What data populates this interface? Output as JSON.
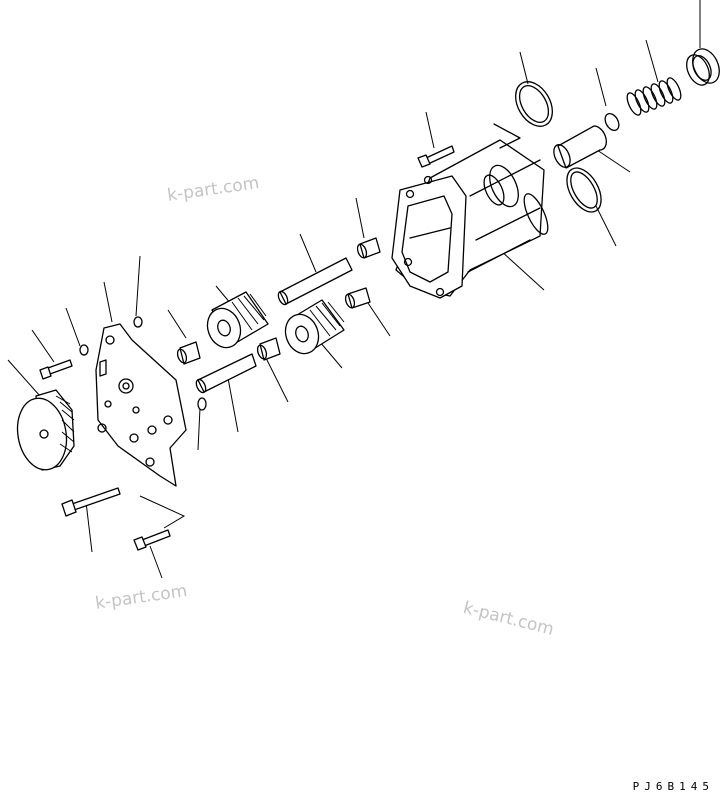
{
  "watermarks": [
    "k-part.com",
    "k-part.com",
    "k-part.com"
  ],
  "drawing_code": "PJ6B145",
  "line_color": "#000000",
  "watermark_color": "#c4c4c4"
}
